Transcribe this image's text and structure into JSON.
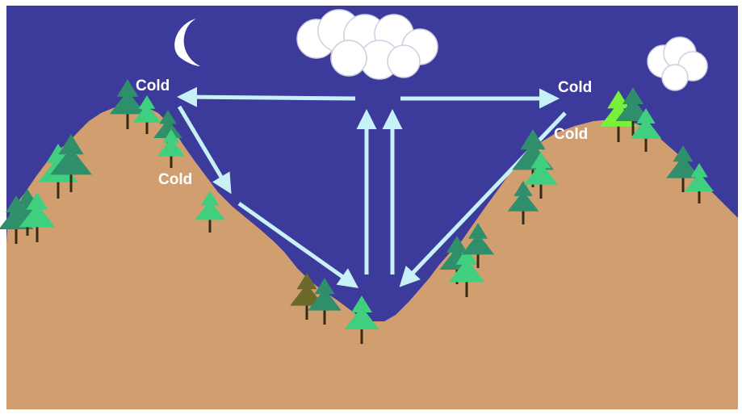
{
  "labels": {
    "cold_top_left": "Cold",
    "cold_mid_left": "Cold",
    "cold_top_right": "Cold",
    "cold_mid_right": "Cold"
  },
  "colors": {
    "sky": "#3c3a9b",
    "ground": "#d19e70",
    "arrow": "#c8f0f7",
    "moon": "#ffffff",
    "cloud": "#ffffff",
    "label": "#ffffff",
    "tree_trunk": "#3a2a14",
    "tree_greens": [
      "#2f8f6a",
      "#3fcf7e",
      "#79f03a",
      "#6b6a2a"
    ]
  },
  "icons": {
    "moon": "crescent-moon-icon",
    "cloud": "cloud-icon",
    "tree": "pine-tree-icon"
  }
}
